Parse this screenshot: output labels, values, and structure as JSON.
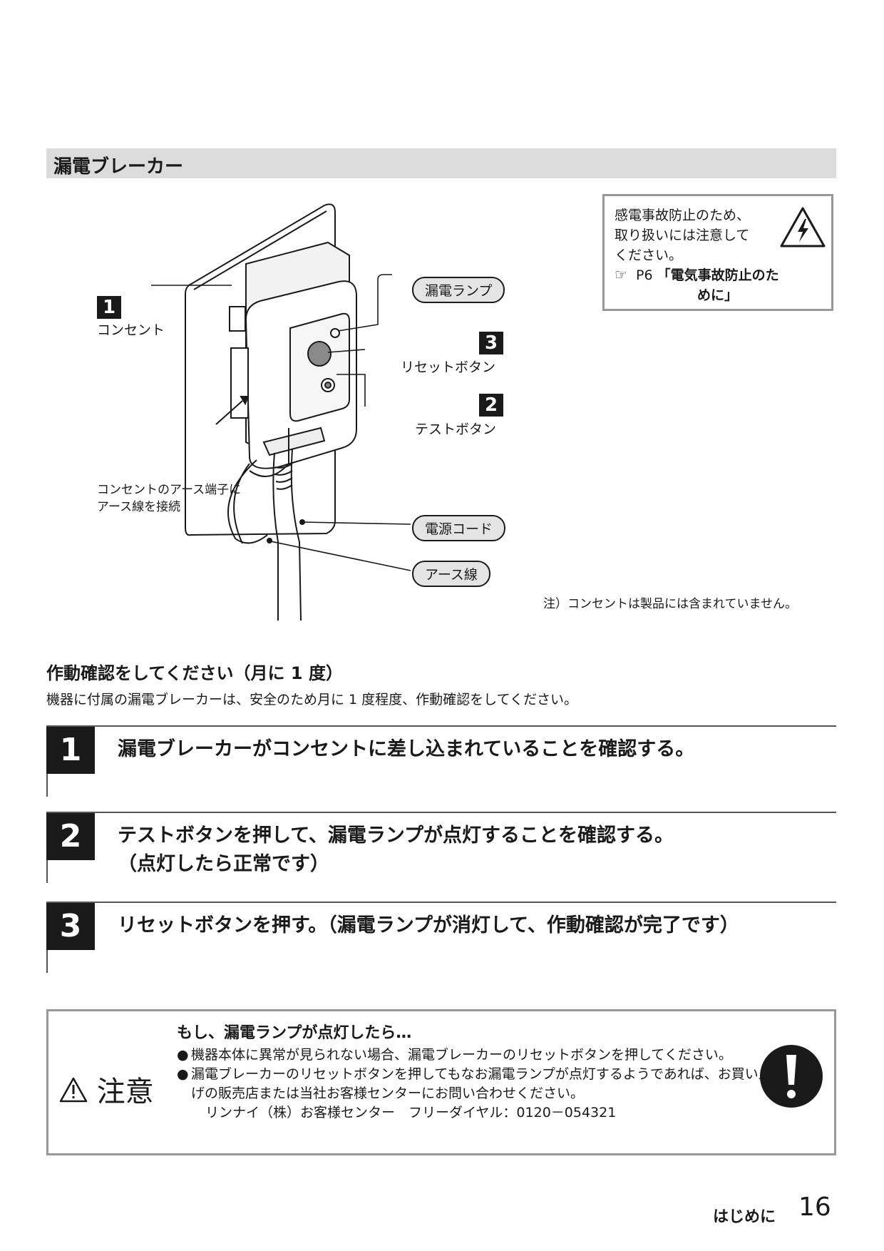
{
  "section_title": "漏電ブレーカー",
  "diagram": {
    "outlet_num": "1",
    "outlet_label": "コンセント",
    "lamp_label": "漏電ランプ",
    "reset_num": "3",
    "reset_label": "リセットボタン",
    "test_num": "2",
    "test_label": "テストボタン",
    "earth_note_1": "コンセントのアース端子に",
    "earth_note_2": "アース線を接続",
    "cord_label": "電源コード",
    "earth_wire_label": "アース線"
  },
  "warning": {
    "line1": "感電事故防止のため、",
    "line2": "取り扱いには注意して",
    "line3": "ください。",
    "ref_page": "P6",
    "ref_title_1": "「電気事故防止のた",
    "ref_title_2": "めに」"
  },
  "footnote": "注）コンセントは製品には含まれていません。",
  "check": {
    "heading": "作動確認をしてください（月に 1 度）",
    "intro": "機器に付属の漏電ブレーカーは、安全のため月に 1 度程度、作動確認をしてください。"
  },
  "steps": [
    {
      "num": "1",
      "text": "漏電ブレーカーがコンセントに差し込まれていることを確認する。",
      "text2": ""
    },
    {
      "num": "2",
      "text": "テストボタンを押して、漏電ランプが点灯することを確認する。",
      "text2": "（点灯したら正常です）"
    },
    {
      "num": "3",
      "text": "リセットボタンを押す。（漏電ランプが消灯して、作動確認が完了です）",
      "text2": ""
    }
  ],
  "caution": {
    "label": "注意",
    "heading": "もし、漏電ランプが点灯したら…",
    "bullet1": "機器本体に異常が見られない場合、漏電ブレーカーのリセットボタンを押してください。",
    "bullet2": "漏電ブレーカーのリセットボタンを押してもなお漏電ランプが点灯するようであれば、お買い上げの販売店または当社お客様センターにお問い合わせください。",
    "contact": "リンナイ（株）お客様センター　フリーダイヤル：0120－054321"
  },
  "footer": {
    "label": "はじめに",
    "page": "16"
  }
}
